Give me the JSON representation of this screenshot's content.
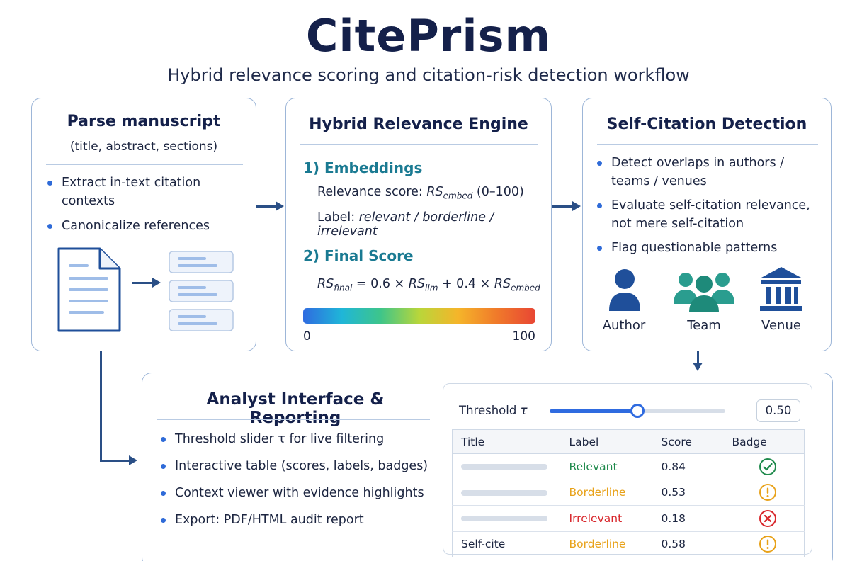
{
  "header": {
    "title": "CitePrism",
    "subtitle": "Hybrid relevance scoring and citation-risk detection workflow"
  },
  "parse": {
    "title": "Parse manuscript",
    "subtitle": "(title, abstract, sections)",
    "bullets": [
      "Extract in-text citation contexts",
      "Canonicalize references"
    ]
  },
  "engine": {
    "title": "Hybrid Relevance Engine",
    "section1": "1) Embeddings",
    "score_prefix": "Relevance score: ",
    "score_var": "RS",
    "score_sub": "embed",
    "score_range": " (0–100)",
    "label_prefix": "Label: ",
    "label_values": "relevant / borderline / irrelevant",
    "section2": "2) Final Score",
    "formula": {
      "lhs": "RS",
      "lhs_sub": "final",
      "eq": " = 0.6 × ",
      "t1": "RS",
      "t1_sub": "llm",
      "plus": " + 0.4 × ",
      "t2": "RS",
      "t2_sub": "embed"
    },
    "scale_min": "0",
    "scale_max": "100"
  },
  "self_citation": {
    "title": "Self-Citation Detection",
    "bullets": [
      "Detect overlaps in authors / teams / venues",
      "Evaluate self-citation relevance, not mere self-citation",
      "Flag questionable patterns"
    ],
    "icons": [
      {
        "name": "author-icon",
        "label": "Author"
      },
      {
        "name": "team-icon",
        "label": "Team"
      },
      {
        "name": "venue-icon",
        "label": "Venue"
      }
    ]
  },
  "analyst": {
    "title": "Analyst Interface & Reporting",
    "bullets": [
      "Threshold slider τ  for live filtering",
      "Interactive table (scores, labels, badges)",
      "Context viewer with evidence highlights",
      "Export: PDF/HTML audit report"
    ],
    "threshold_label": "Threshold",
    "threshold_symbol": "τ",
    "threshold_value": "0.50",
    "threshold_fraction": 0.5,
    "table": {
      "headers": [
        "Title",
        "Label",
        "Score",
        "Badge"
      ],
      "rows": [
        {
          "title": "",
          "label": "Relevant",
          "score": "0.84",
          "badge": "check-icon"
        },
        {
          "title": "",
          "label": "Borderline",
          "score": "0.53",
          "badge": "warning-icon"
        },
        {
          "title": "",
          "label": "Irrelevant",
          "score": "0.18",
          "badge": "error-icon"
        },
        {
          "title": "Self-cite",
          "label": "Borderline",
          "score": "0.58",
          "badge": "warning-icon"
        }
      ]
    }
  },
  "colors": {
    "relevant": "#1f8a4c",
    "borderline": "#e8a21a",
    "irrelevant": "#d8262b",
    "accent": "#2f6be0",
    "teal": "#1a7a92"
  }
}
